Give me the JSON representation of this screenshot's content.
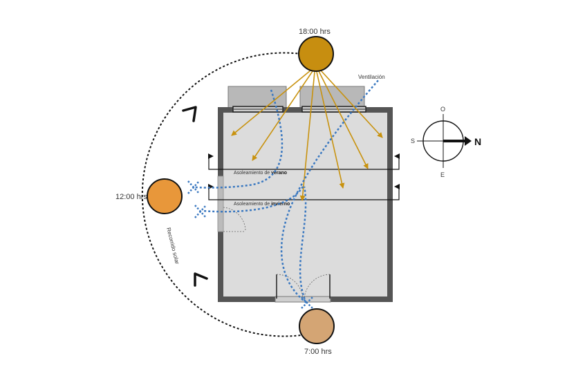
{
  "suns": {
    "noon_label": "12:00 hrs",
    "evening_label": "18:00 hrs",
    "morning_label": "7:00 hrs"
  },
  "labels": {
    "ventilation": "Ventilación",
    "summer_prefix": "Asoleamiento de ",
    "summer_bold": "verano",
    "winter_prefix": "Asoleamiento de ",
    "winter_bold": "invierno",
    "sun_path": "Recorrido solar"
  },
  "compass": {
    "top": "O",
    "left": "S",
    "bottom": "E",
    "right": "N"
  },
  "colors": {
    "sun_noon": "#E8973A",
    "sun_evening": "#C78E10",
    "sun_morning": "#D4A574",
    "sun_ray": "#C8920E",
    "ventilation": "#3A78C0",
    "wall": "#555555",
    "floor": "#DCDCDC"
  }
}
